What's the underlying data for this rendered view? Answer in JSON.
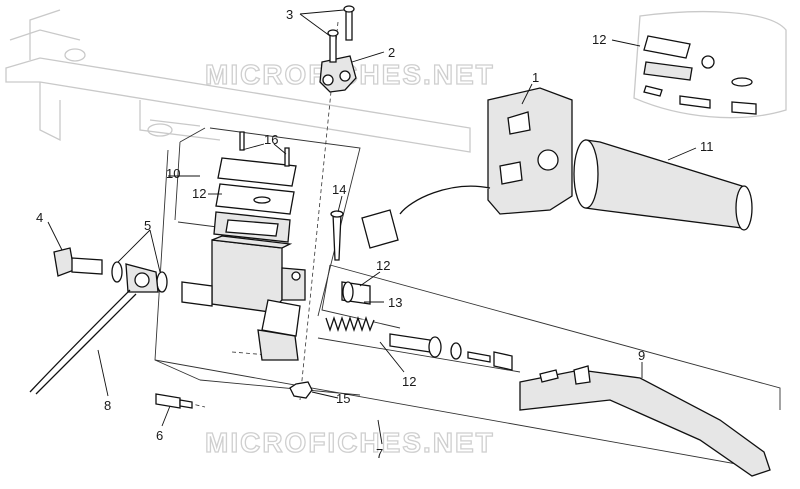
{
  "watermarks": [
    "MICROFICHES.NET",
    "MICROFICHES.NET"
  ],
  "callouts": [
    {
      "id": "c1",
      "text": "1"
    },
    {
      "id": "c2",
      "text": "2"
    },
    {
      "id": "c3",
      "text": "3"
    },
    {
      "id": "c4",
      "text": "4"
    },
    {
      "id": "c5",
      "text": "5"
    },
    {
      "id": "c6",
      "text": "6"
    },
    {
      "id": "c7",
      "text": "7"
    },
    {
      "id": "c8",
      "text": "8"
    },
    {
      "id": "c9",
      "text": "9"
    },
    {
      "id": "c10",
      "text": "10"
    },
    {
      "id": "c11",
      "text": "11"
    },
    {
      "id": "c12a",
      "text": "12"
    },
    {
      "id": "c12b",
      "text": "12"
    },
    {
      "id": "c12c",
      "text": "12"
    },
    {
      "id": "c12d",
      "text": "12"
    },
    {
      "id": "c13",
      "text": "13"
    },
    {
      "id": "c14",
      "text": "14"
    },
    {
      "id": "c15",
      "text": "15"
    },
    {
      "id": "c16",
      "text": "16"
    }
  ]
}
